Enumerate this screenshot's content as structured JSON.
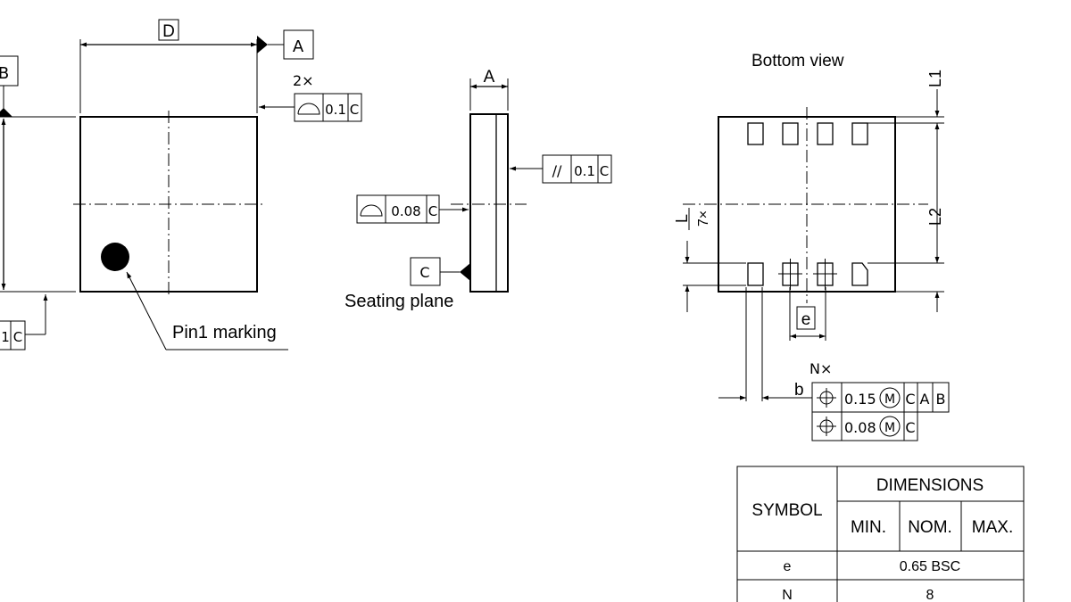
{
  "top_view": {
    "dim_d": "D",
    "datum_a": "A",
    "datum_b": "B",
    "count_2x": "2×",
    "flatness_value": "0.1",
    "flatness_datum": "C",
    "left_fcf_value": "1",
    "left_fcf_datum": "C",
    "pin1_label": "Pin1 marking"
  },
  "side_view": {
    "dim_a": "A",
    "parallel_symbol": "//",
    "parallel_value": "0.1",
    "parallel_datum": "C",
    "flatness_value": "0.08",
    "flatness_datum": "C",
    "datum_c": "C",
    "seating_plane_label": "Seating plane"
  },
  "bottom_view": {
    "title": "Bottom view",
    "dim_l1": "L1",
    "dim_l2": "L2",
    "dim_l": "L",
    "count_7x": "7×",
    "dim_e": "e",
    "count_nx": "N×",
    "dim_b": "b",
    "position_row1": {
      "value": "0.15",
      "modifier": "M",
      "datums": [
        "C",
        "A",
        "B"
      ]
    },
    "position_row2": {
      "value": "0.08",
      "modifier": "M",
      "datums": [
        "C"
      ]
    }
  },
  "dimensions_table": {
    "symbol_header": "SYMBOL",
    "dimensions_header": "DIMENSIONS",
    "min_header": "MIN.",
    "nom_header": "NOM.",
    "max_header": "MAX.",
    "rows": [
      {
        "symbol": "e",
        "value": "0.65 BSC"
      },
      {
        "symbol": "N",
        "value": "8"
      }
    ]
  }
}
